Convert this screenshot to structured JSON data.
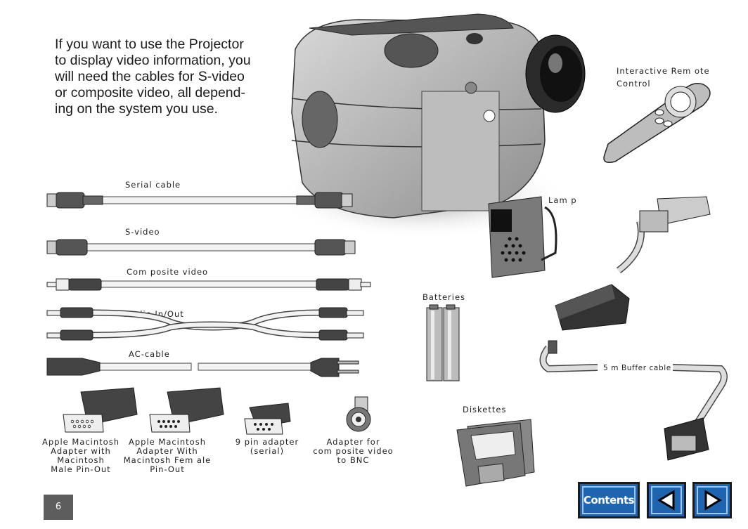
{
  "intro": {
    "lines": [
      "If you want to use the Projector",
      "to display video information, you",
      "will need the cables for S-video",
      "or composite video, all depend-",
      "ing on the system you use."
    ]
  },
  "labels": {
    "remote_line1": "Interactive Rem ote",
    "remote_line2": "Control",
    "lamp": "Lam p",
    "serial_cable": "Serial cable",
    "s_video": "S-video",
    "composite_video": "Com posite video",
    "audio": "Audio In/Out",
    "ac_cable": "AC-cable",
    "batteries": "Batteries",
    "diskettes": "Diskettes",
    "buffer_cable": "5 m  Buffer cable",
    "apple_male": [
      "Apple Macintosh",
      "Adapter with",
      "Macintosh",
      "Male Pin-Out"
    ],
    "apple_female": [
      "Apple Macintosh",
      "Adapter With",
      "Macintosh Fem ale",
      "Pin-Out"
    ],
    "nine_pin": [
      "9 pin adapter",
      "(serial)"
    ],
    "bnc": [
      "Adapter for",
      "com posite video",
      "to BNC"
    ]
  },
  "page_number": "6",
  "nav": {
    "contents_label": "Contents",
    "prev_icon": "triangle-left-icon",
    "next_icon": "triangle-right-icon"
  },
  "colors": {
    "nav_blue": "#1f64ae",
    "nav_inner_border": "#9bc6ef",
    "page_box": "#5d5d5d"
  }
}
